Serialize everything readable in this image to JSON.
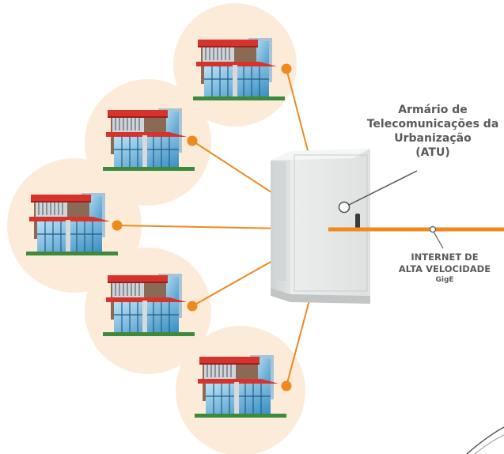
{
  "labels": {
    "atu": {
      "line1": "Armário de",
      "line2": "Telecomunicações da",
      "line3": "Urbanização",
      "line4": "(ATU)"
    },
    "internet": {
      "line1": "INTERNET DE",
      "line2": "ALTA VELOCIDADE",
      "line3": "GigE"
    }
  },
  "colors": {
    "link": "#ef8a1e",
    "bubble": "#fdebd9",
    "cabinet": "#e4e6e6",
    "label_text": "#5a5a5a"
  }
}
